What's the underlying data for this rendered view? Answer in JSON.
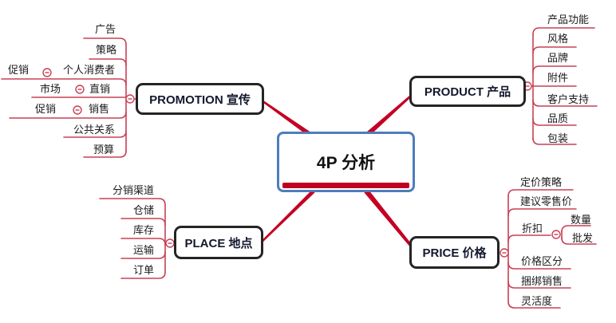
{
  "center": {
    "label": "4P 分析"
  },
  "branches": {
    "promotion": {
      "label": "PROMOTION 宣传",
      "children": [
        {
          "label": "广告"
        },
        {
          "label": "策略"
        },
        {
          "label": "个人消费者",
          "sub": "促销"
        },
        {
          "label": "直销",
          "sub": "市场"
        },
        {
          "label": "销售",
          "sub": "促销"
        },
        {
          "label": "公共关系"
        },
        {
          "label": "预算"
        }
      ]
    },
    "product": {
      "label": "PRODUCT 产品",
      "children": [
        {
          "label": "产品功能"
        },
        {
          "label": "风格"
        },
        {
          "label": "品牌"
        },
        {
          "label": "附件"
        },
        {
          "label": "客户支持"
        },
        {
          "label": "品质"
        },
        {
          "label": "包装"
        }
      ]
    },
    "place": {
      "label": "PLACE 地点",
      "children": [
        {
          "label": "分销渠道"
        },
        {
          "label": "仓储"
        },
        {
          "label": "库存"
        },
        {
          "label": "运输"
        },
        {
          "label": "订单"
        }
      ]
    },
    "price": {
      "label": "PRICE 价格",
      "children": [
        {
          "label": "定价策略"
        },
        {
          "label": "建议零售价"
        },
        {
          "label": "折扣",
          "subs": [
            {
              "label": "数量"
            },
            {
              "label": "批发"
            }
          ]
        },
        {
          "label": "价格区分"
        },
        {
          "label": "捆绑销售"
        },
        {
          "label": "灵活度"
        }
      ]
    }
  },
  "icons": {
    "collapse_toggle": "minus-circle-icon"
  },
  "colors": {
    "main_branch_red": "#c40023",
    "line_red": "#c94055",
    "center_border_blue": "#4d7dbd",
    "center_bar_red": "#c00020",
    "node_border": "#242424"
  }
}
